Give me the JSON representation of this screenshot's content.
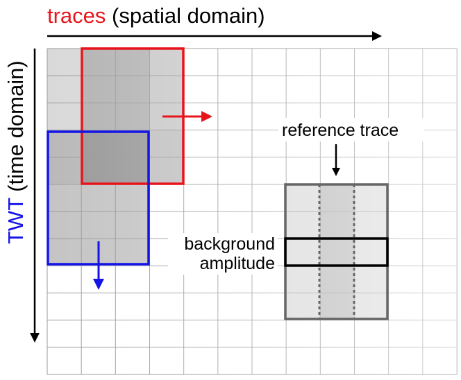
{
  "top_label": {
    "traces": "traces",
    "rest": " (spatial domain)"
  },
  "side_label": {
    "twt": "TWT",
    "rest": " (time domain)"
  },
  "reference_trace_label": "reference trace",
  "background_amplitude_label": {
    "line1": "background",
    "line2": "amplitude"
  },
  "grid": {
    "columns": 12,
    "rows": 12
  },
  "colors": {
    "red": "#e8141b",
    "blue": "#1414e8",
    "grid_line": "#999999",
    "dark_box": "#555555"
  }
}
